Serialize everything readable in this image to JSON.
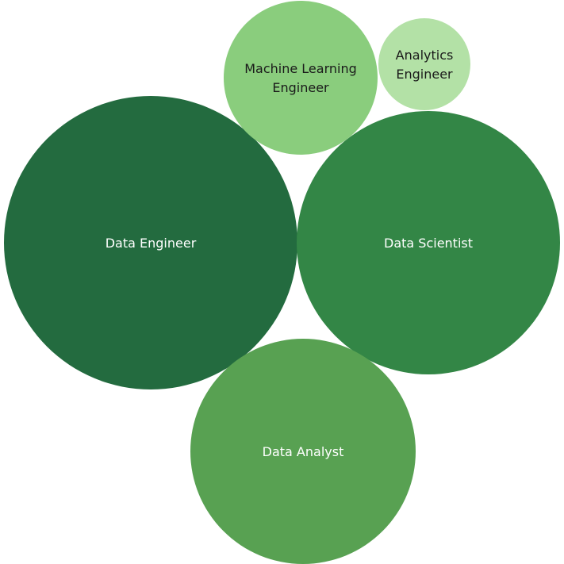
{
  "chart_data": {
    "type": "packed-bubble",
    "title": "",
    "size_values_shown": false,
    "bubbles": [
      {
        "label": "Data Engineer",
        "lines": [
          "Data Engineer"
        ],
        "color": "#236B3F",
        "text_color": "#ffffff",
        "relative_size": 1.0
      },
      {
        "label": "Data Scientist",
        "lines": [
          "Data Scientist"
        ],
        "color": "#338646",
        "text_color": "#ffffff",
        "relative_size": 0.8
      },
      {
        "label": "Data Analyst",
        "lines": [
          "Data Analyst"
        ],
        "color": "#58A152",
        "text_color": "#ffffff",
        "relative_size": 0.58
      },
      {
        "label": "Machine Learning Engineer",
        "lines": [
          "Machine Learning",
          "Engineer"
        ],
        "color": "#8ACD7D",
        "text_color": "#1a1a1a",
        "relative_size": 0.27
      },
      {
        "label": "Analytics Engineer",
        "lines": [
          "Analytics",
          "Engineer"
        ],
        "color": "#B3E1A6",
        "text_color": "#1a1a1a",
        "relative_size": 0.1
      }
    ]
  }
}
